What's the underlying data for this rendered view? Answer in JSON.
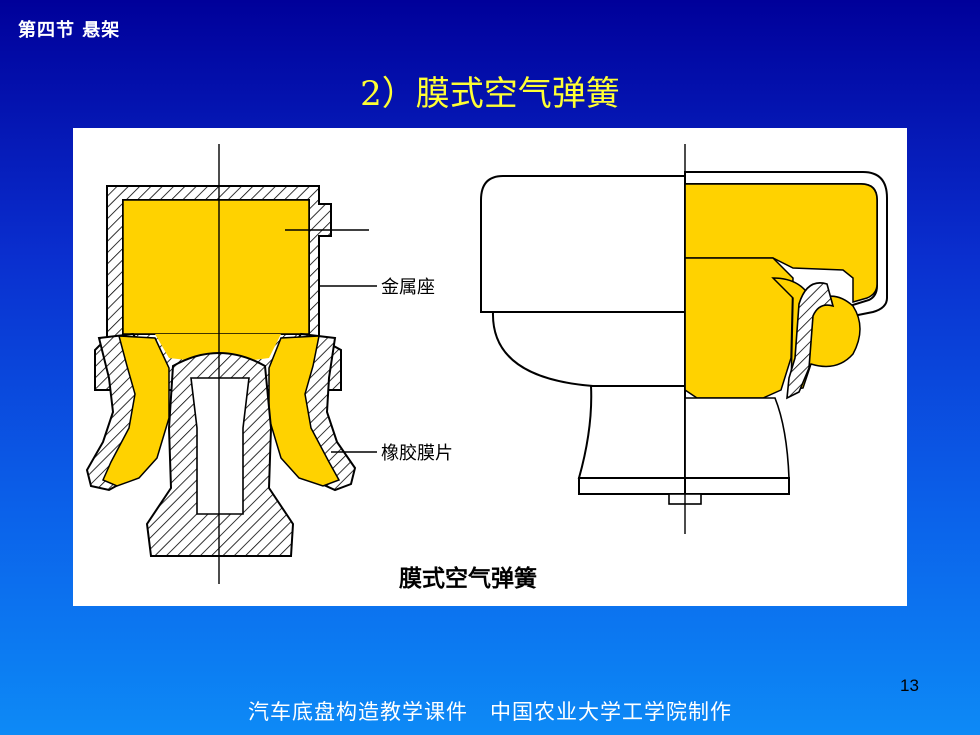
{
  "header": {
    "section": "第四节 悬架",
    "title": "2）膜式空气弹簧"
  },
  "figure": {
    "labels": {
      "metal_seat": "金属座",
      "rubber_diaphragm": "橡胶膜片",
      "caption": "膜式空气弹簧"
    },
    "colors": {
      "rubber_fill": "#ffd200",
      "outline": "#000000",
      "background": "#ffffff"
    }
  },
  "footer": {
    "credit": "汽车底盘构造教学课件　中国农业大学工学院制作",
    "page_number": "13"
  },
  "theme": {
    "title_color": "#ffff33",
    "text_color": "#ffffff"
  }
}
